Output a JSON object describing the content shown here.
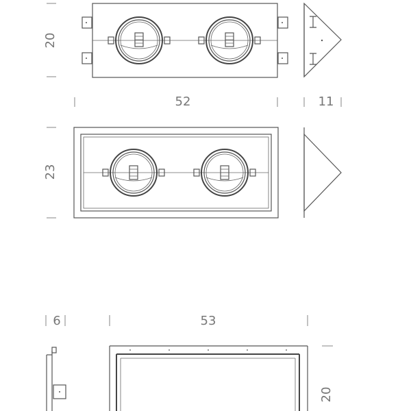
{
  "dimensions": {
    "top_height": "20",
    "top_width": "52",
    "top_depth": "11",
    "mid_height": "23",
    "bottom_depth": "6",
    "bottom_width": "53",
    "bottom_height": "20"
  },
  "colors": {
    "line": "#555555",
    "dimension_text": "#777777",
    "background": "#ffffff"
  }
}
